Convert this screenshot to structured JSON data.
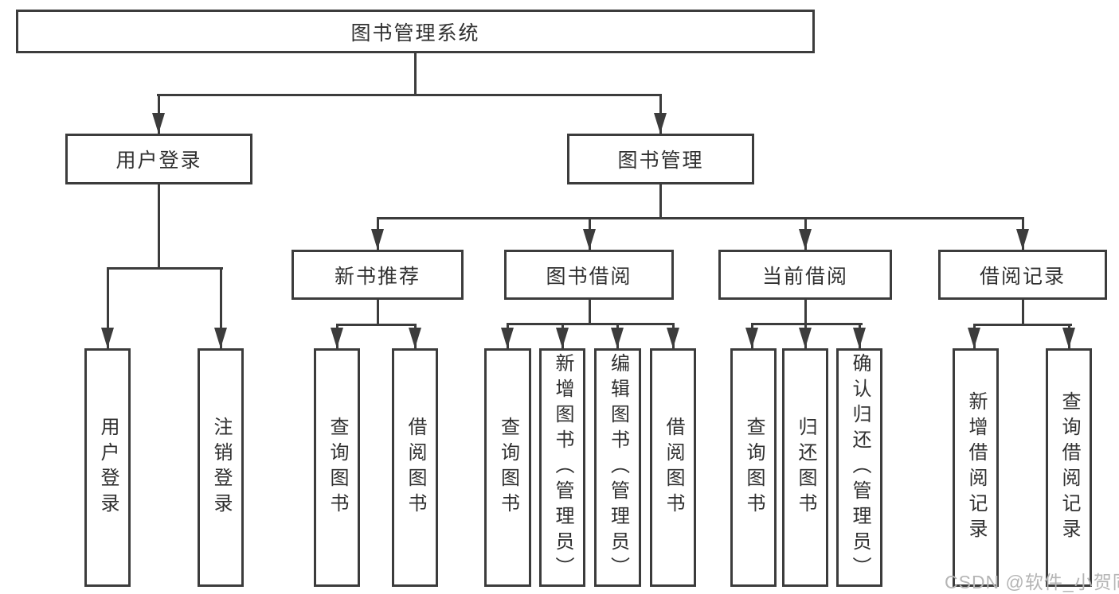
{
  "watermark": {
    "text": "CSDN @软件_小贺同学"
  },
  "colors": {
    "background": "#ffffff",
    "line": "#3c3c3c",
    "box_border": "#3c3c3c",
    "text": "#303030",
    "watermark": "#b5b5b5"
  },
  "chart_data": {
    "type": "tree",
    "title": "图书管理系统",
    "orientation": "top-down",
    "root": {
      "label": "图书管理系统",
      "children": [
        {
          "label": "用户登录",
          "children": [
            {
              "label": "用户登录"
            },
            {
              "label": "注销登录"
            }
          ]
        },
        {
          "label": "图书管理",
          "children": [
            {
              "label": "新书推荐",
              "children": [
                {
                  "label": "查询图书"
                },
                {
                  "label": "借阅图书"
                }
              ]
            },
            {
              "label": "图书借阅",
              "children": [
                {
                  "label": "查询图书"
                },
                {
                  "label": "新增图书（管理员）"
                },
                {
                  "label": "编辑图书（管理员）"
                },
                {
                  "label": "借阅图书"
                }
              ]
            },
            {
              "label": "当前借阅",
              "children": [
                {
                  "label": "查询图书"
                },
                {
                  "label": "归还图书"
                },
                {
                  "label": "确认归还（管理员）"
                }
              ]
            },
            {
              "label": "借阅记录",
              "children": [
                {
                  "label": "新增借阅记录"
                },
                {
                  "label": "查询借阅记录"
                }
              ]
            }
          ]
        }
      ]
    }
  }
}
